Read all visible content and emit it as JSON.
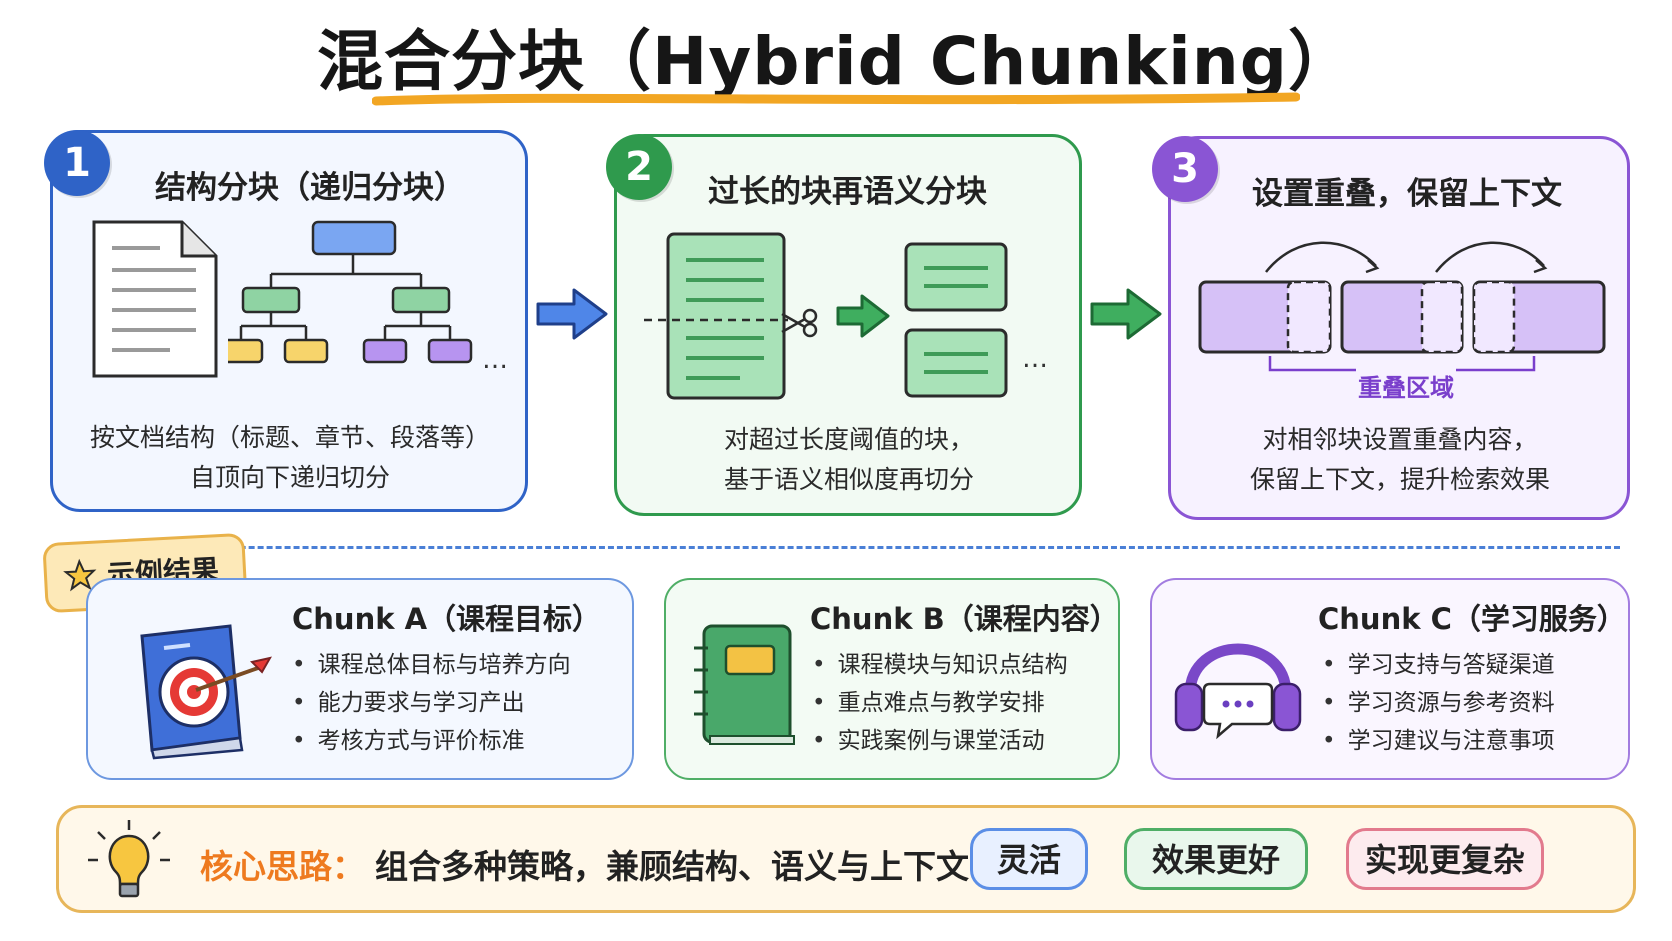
{
  "title": "混合分块（Hybrid Chunking）",
  "colors": {
    "blue": "#2f63c7",
    "green": "#2f9a4d",
    "purple": "#8a55d4",
    "orange": "#ee7a1f",
    "yellow": "#e9b24a"
  },
  "steps": [
    {
      "number": "1",
      "title": "结构分块（递归分块）",
      "desc_line1": "按文档结构（标题、章节、段落等）",
      "desc_line2": "自顶向下递归切分",
      "icons": [
        "document-icon",
        "tree-hierarchy-icon"
      ],
      "ellipsis": "…"
    },
    {
      "number": "2",
      "title": "过长的块再语义分块",
      "desc_line1": "对超过长度阈值的块，",
      "desc_line2": "基于语义相似度再切分",
      "icons": [
        "document-icon",
        "scissors-icon",
        "arrow-right-icon",
        "text-block-icon"
      ],
      "ellipsis": "…"
    },
    {
      "number": "3",
      "title": "设置重叠，保留上下文",
      "desc_line1": "对相邻块设置重叠内容，",
      "desc_line2": "保留上下文，提升检索效果",
      "overlap_label": "重叠区域",
      "icons": [
        "overlap-blocks-icon",
        "curved-arrow-icon"
      ]
    }
  ],
  "example_tag": "示例结果",
  "chunks": [
    {
      "title": "Chunk A（课程目标）",
      "items": [
        "课程总体目标与培养方向",
        "能力要求与学习产出",
        "考核方式与评价标准"
      ],
      "icon": "target-book-icon"
    },
    {
      "title": "Chunk B（课程内容）",
      "items": [
        "课程模块与知识点结构",
        "重点难点与教学安排",
        "实践案例与课堂活动"
      ],
      "icon": "notebook-icon"
    },
    {
      "title": "Chunk C（学习服务）",
      "items": [
        "学习支持与答疑渠道",
        "学习资源与参考资料",
        "学习建议与注意事项"
      ],
      "icon": "headset-chat-icon"
    }
  ],
  "core": {
    "label": "核心思路：",
    "text": "组合多种策略，兼顾结构、语义与上下文",
    "icon": "lightbulb-icon",
    "pills": [
      "灵活",
      "效果更好",
      "实现更复杂"
    ]
  }
}
